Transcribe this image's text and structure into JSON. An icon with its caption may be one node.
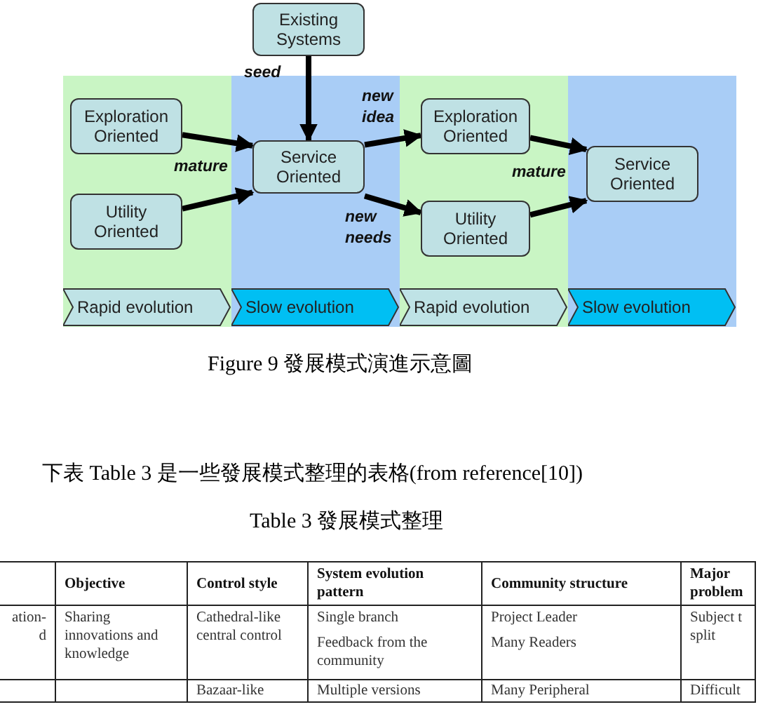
{
  "diagram": {
    "caption": "Figure 9 發展模式演進示意圖",
    "nodes": [
      {
        "text": [
          "Existing Systems"
        ]
      },
      {
        "text": [
          "Rapid evolution"
        ]
      },
      {
        "text": [
          "Exploration Oriented"
        ],
        "in": 1
      },
      {
        "text": [
          "Utility Oriented"
        ],
        "in": 1
      },
      {
        "text": [
          "Slow evolution"
        ]
      },
      {
        "text": [
          "Service Oriented"
        ],
        "in": 4
      },
      {
        "text": [
          "Rapid evolution"
        ]
      },
      {
        "text": [
          "Exploration Oriented"
        ],
        "in": 6
      },
      {
        "text": [
          "Utility Oriented"
        ],
        "in": 6
      },
      {
        "text": [
          "Slow evolution"
        ]
      },
      {
        "text": [
          "Service Oriented"
        ],
        "in": 9
      }
    ],
    "edges": [
      {
        "from": 0,
        "to": 5,
        "arrow": "to",
        "label": "seed"
      },
      {
        "from": 2,
        "to": 5,
        "arrow": "to",
        "label": "mature"
      },
      {
        "from": 3,
        "to": 5,
        "arrow": "to"
      },
      {
        "from": 5,
        "to": 7,
        "arrow": "to",
        "label": "new idea"
      },
      {
        "from": 5,
        "to": 8,
        "arrow": "to",
        "label": "new needs"
      },
      {
        "from": 7,
        "to": 10,
        "arrow": "to",
        "label": "mature"
      },
      {
        "from": 8,
        "to": 10,
        "arrow": "to"
      }
    ],
    "labels": [
      "下表 Table 3 是一些發展模式整理的表格(from reference[10])",
      "Table 3 發展模式整理",
      "Objective",
      "Control style",
      "System evolution pattern",
      "Community structure",
      "Major problem",
      "ation- d",
      "Sharing innovations and knowledge",
      "Cathedral-like central control",
      "Single branch",
      "Feedback from the community",
      "Project Leader",
      "Many Readers",
      "Subject t split",
      "Bazaar-like",
      "Multiple versions",
      "Many Peripheral",
      "Difficult"
    ]
  }
}
